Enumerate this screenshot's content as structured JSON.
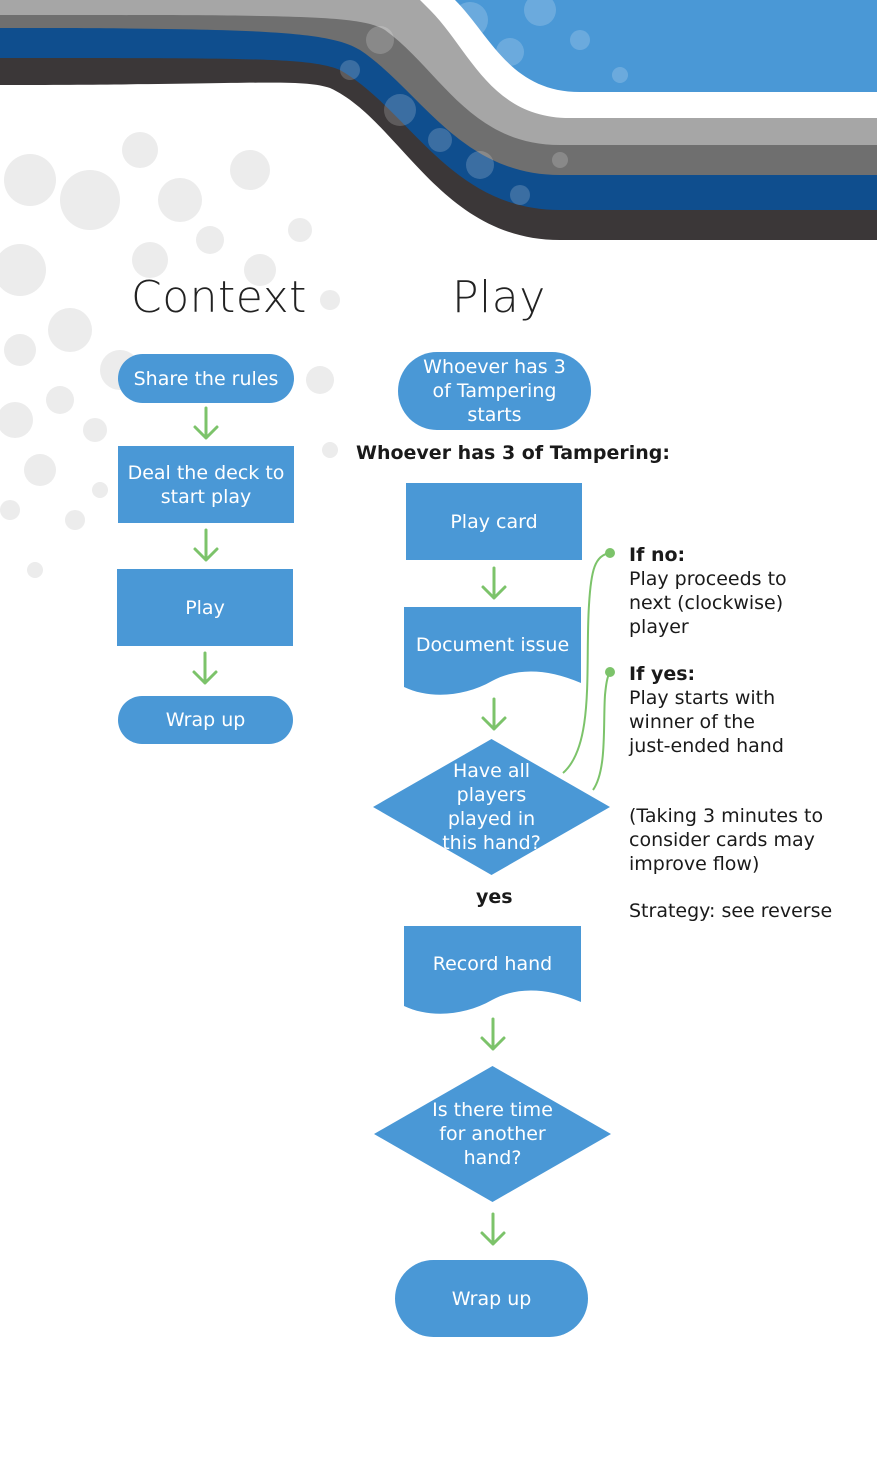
{
  "headers": {
    "context": "Context",
    "play": "Play"
  },
  "context_flow": {
    "share_rules": "Share the rules",
    "deal_deck": "Deal the deck to start play",
    "play": "Play",
    "wrap_up": "Wrap up"
  },
  "play_flow": {
    "start": "Whoever has 3 of Tampering starts",
    "section_label": "Whoever has 3 of Tampering:",
    "play_card": "Play card",
    "document_issue": "Document issue",
    "decision_players": "Have all players played in this hand?",
    "yes_label": "yes",
    "record_hand": "Record hand",
    "decision_time": "Is there time for another hand?",
    "wrap_up": "Wrap up"
  },
  "notes": {
    "if_no_title": "If no:",
    "if_no_text": "Play proceeds to next (clockwise) player",
    "if_yes_title": "If yes:",
    "if_yes_text": "Play starts with winner of the just-ended hand",
    "timing": "(Taking 3 minutes to consider cards may improve flow)",
    "strategy": "Strategy: see reverse"
  },
  "colors": {
    "node_fill": "#4a98d6",
    "arrow": "#7cc36a",
    "band_blue_light": "#4a98d6",
    "band_blue_dark": "#0f4e8e",
    "band_gray": "#9a9a9a",
    "band_charcoal": "#3b3738"
  }
}
